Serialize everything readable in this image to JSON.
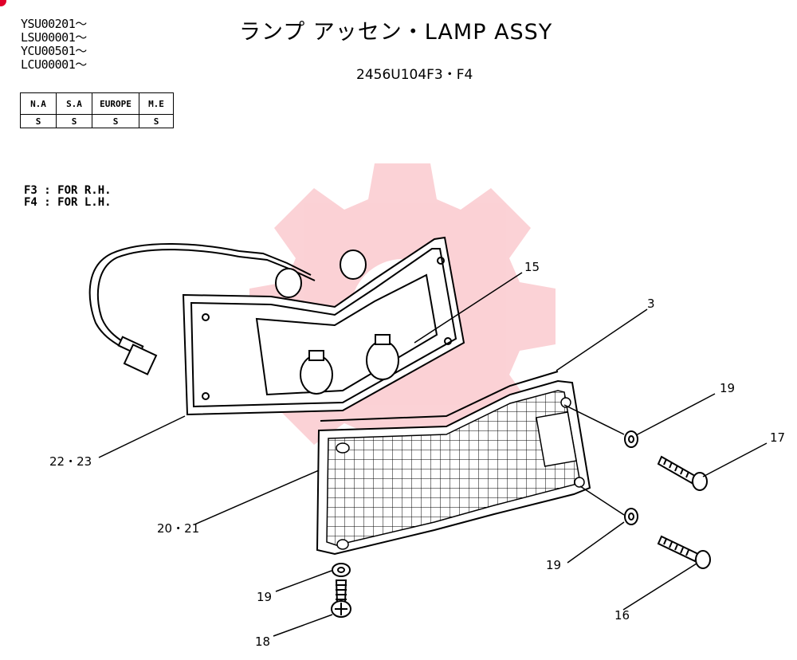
{
  "header": {
    "serials": [
      "YSU00201～",
      "LSU00001～",
      "YCU00501～",
      "LCU00001～"
    ],
    "title": "ランプ アッセン・LAMP ASSY",
    "part_code": "2456U104F3・F4"
  },
  "region_table": {
    "headers": [
      "N.A",
      "S.A",
      "EUROPE",
      "M.E"
    ],
    "values": [
      "S",
      "S",
      "S",
      "S"
    ]
  },
  "notes": [
    "F3 : FOR R.H.",
    "F4 : FOR L.H."
  ],
  "callouts": {
    "c15": "15",
    "c3": "3",
    "c19a": "19",
    "c17": "17",
    "c22": "22・23",
    "c20": "20・21",
    "c19b": "19",
    "c19c": "19",
    "c16": "16",
    "c18": "18"
  },
  "colors": {
    "watermark": "#f04a5a",
    "line": "#000000",
    "marker": "#e0002a"
  }
}
